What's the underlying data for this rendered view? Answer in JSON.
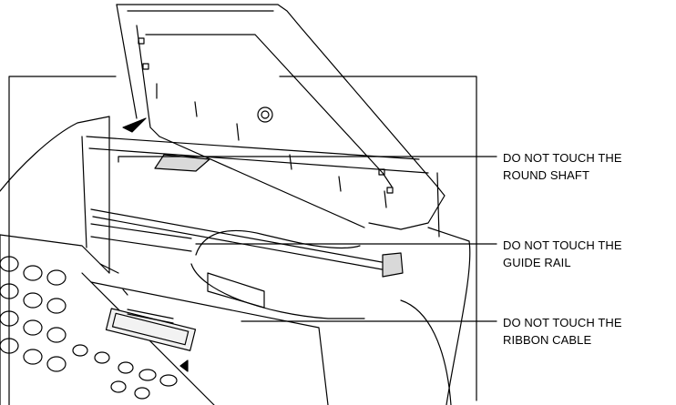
{
  "callouts": [
    {
      "id": "round-shaft",
      "line1": "DO NOT TOUCH THE",
      "line2": "ROUND SHAFT"
    },
    {
      "id": "guide-rail",
      "line1": "DO NOT TOUCH THE",
      "line2": "GUIDE RAIL"
    },
    {
      "id": "ribbon-cable",
      "line1": "DO NOT TOUCH THE",
      "line2": "RIBBON CABLE"
    }
  ],
  "colors": {
    "ink": "#000000",
    "paper": "#ffffff",
    "shade": "#d9d9d9"
  }
}
